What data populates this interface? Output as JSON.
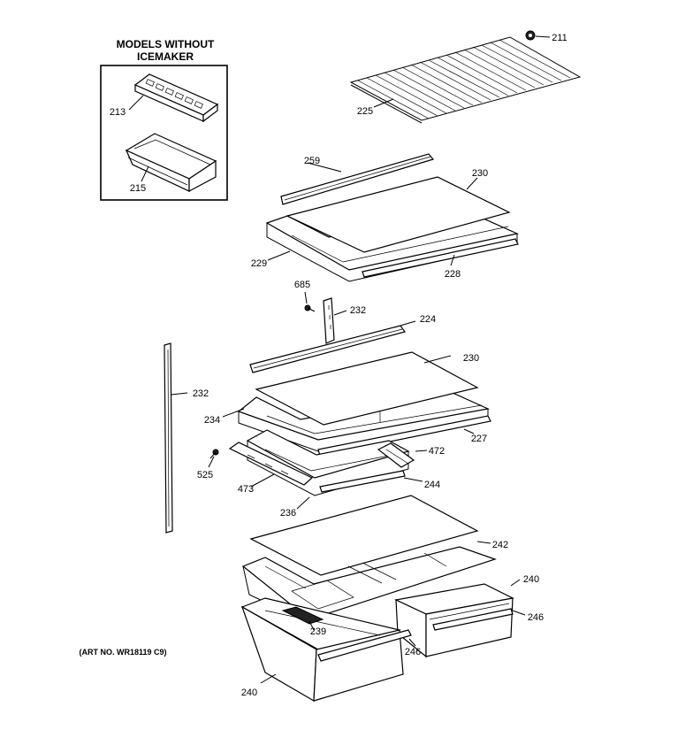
{
  "inset": {
    "title_line1": "MODELS WITHOUT",
    "title_line2": "ICEMAKER"
  },
  "art_number": "(ART NO. WR18119 C9)",
  "callouts": [
    {
      "id": "213",
      "text": "213"
    },
    {
      "id": "215",
      "text": "215"
    },
    {
      "id": "211",
      "text": "211"
    },
    {
      "id": "225",
      "text": "225"
    },
    {
      "id": "259",
      "text": "259"
    },
    {
      "id": "230a",
      "text": "230"
    },
    {
      "id": "229",
      "text": "229"
    },
    {
      "id": "228",
      "text": "228"
    },
    {
      "id": "685",
      "text": "685"
    },
    {
      "id": "232a",
      "text": "232"
    },
    {
      "id": "224",
      "text": "224"
    },
    {
      "id": "230b",
      "text": "230"
    },
    {
      "id": "232b",
      "text": "232"
    },
    {
      "id": "234",
      "text": "234"
    },
    {
      "id": "227",
      "text": "227"
    },
    {
      "id": "472",
      "text": "472"
    },
    {
      "id": "525",
      "text": "525"
    },
    {
      "id": "473",
      "text": "473"
    },
    {
      "id": "244",
      "text": "244"
    },
    {
      "id": "236",
      "text": "236"
    },
    {
      "id": "242",
      "text": "242"
    },
    {
      "id": "240a",
      "text": "240"
    },
    {
      "id": "246a",
      "text": "246"
    },
    {
      "id": "239",
      "text": "239"
    },
    {
      "id": "246b",
      "text": "246"
    },
    {
      "id": "240b",
      "text": "240"
    }
  ]
}
